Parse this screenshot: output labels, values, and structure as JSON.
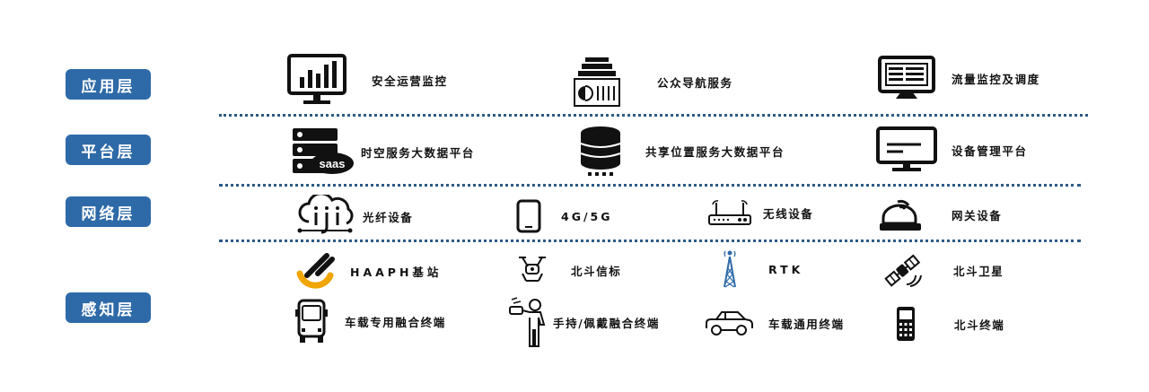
{
  "layers": [
    {
      "label": "应用层"
    },
    {
      "label": "平台层"
    },
    {
      "label": "网络层"
    },
    {
      "label": "感知层"
    }
  ],
  "application": {
    "items": [
      {
        "label": "安全运营监控",
        "icon": "monitor-bar-chart-icon"
      },
      {
        "label": "公众导航服务",
        "icon": "service-building-icon"
      },
      {
        "label": "流量监控及调度",
        "icon": "monitor-dashboard-icon"
      }
    ]
  },
  "platform": {
    "items": [
      {
        "label": "时空服务大数据平台",
        "icon": "saas-server-icon",
        "badge": "saas"
      },
      {
        "label": "共享位置服务大数据平台",
        "icon": "database-icon"
      },
      {
        "label": "设备管理平台",
        "icon": "monitor-device-icon"
      }
    ]
  },
  "network": {
    "items": [
      {
        "label": "光纤设备",
        "icon": "cloud-fiber-icon"
      },
      {
        "label": "4G/5G",
        "icon": "mobile-phone-icon"
      },
      {
        "label": "无线设备",
        "icon": "wireless-router-icon"
      },
      {
        "label": "网关设备",
        "icon": "gateway-icon"
      }
    ]
  },
  "sensing": {
    "items": [
      {
        "label": "HAAPH基站",
        "icon": "base-station-logo-icon"
      },
      {
        "label": "北斗信标",
        "icon": "beacon-drone-icon"
      },
      {
        "label": "RTK",
        "icon": "rtk-tower-icon"
      },
      {
        "label": "北斗卫星",
        "icon": "satellite-icon"
      },
      {
        "label": "车载专用融合终端",
        "icon": "bus-icon"
      },
      {
        "label": "手持/佩戴融合终端",
        "icon": "handheld-person-icon"
      },
      {
        "label": "车载通用终端",
        "icon": "car-icon"
      },
      {
        "label": "北斗终端",
        "icon": "handset-icon"
      }
    ]
  }
}
